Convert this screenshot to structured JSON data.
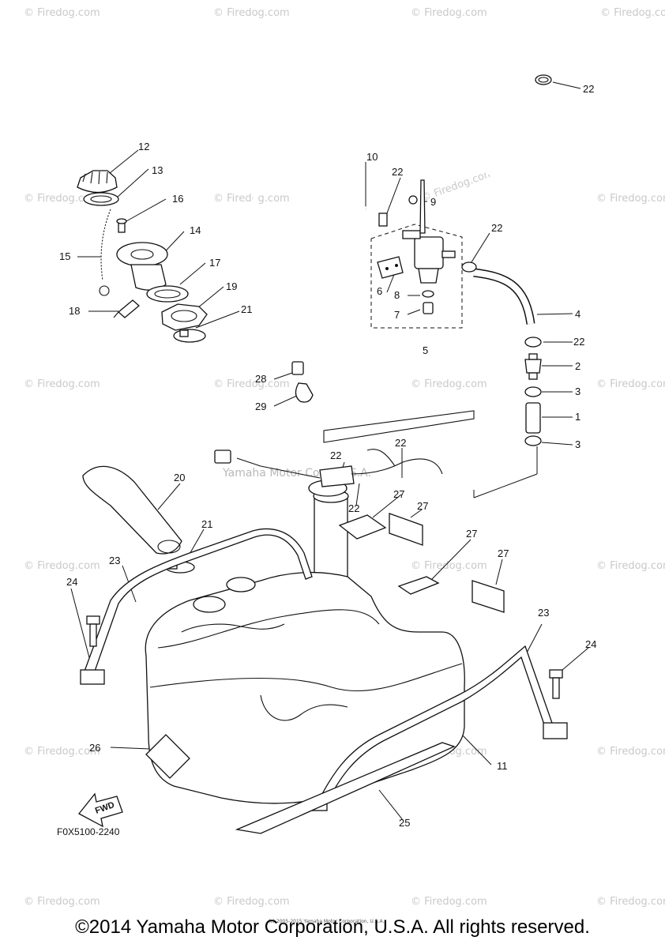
{
  "diagram_code": "F0X5100-2240",
  "fwd_label": "FWD",
  "watermark": "© Firedog.com",
  "middle_watermark": "Yamaha Motor Corp. U.S.A.",
  "small_print": "(c) 2005-2015 Yamaha Motor Corporation, U.S.A.",
  "copyright": "©2014 Yamaha Motor Corporation, U.S.A. All rights reserved.",
  "callouts": [
    "22",
    "10",
    "22",
    "9",
    "22",
    "4",
    "12",
    "13",
    "16",
    "14",
    "15",
    "17",
    "18",
    "19",
    "21",
    "5",
    "6",
    "8",
    "7",
    "22",
    "2",
    "3",
    "1",
    "3",
    "28",
    "29",
    "20",
    "22",
    "22",
    "22",
    "27",
    "27",
    "27",
    "27",
    "21",
    "23",
    "24",
    "23",
    "24",
    "26",
    "11",
    "25"
  ]
}
